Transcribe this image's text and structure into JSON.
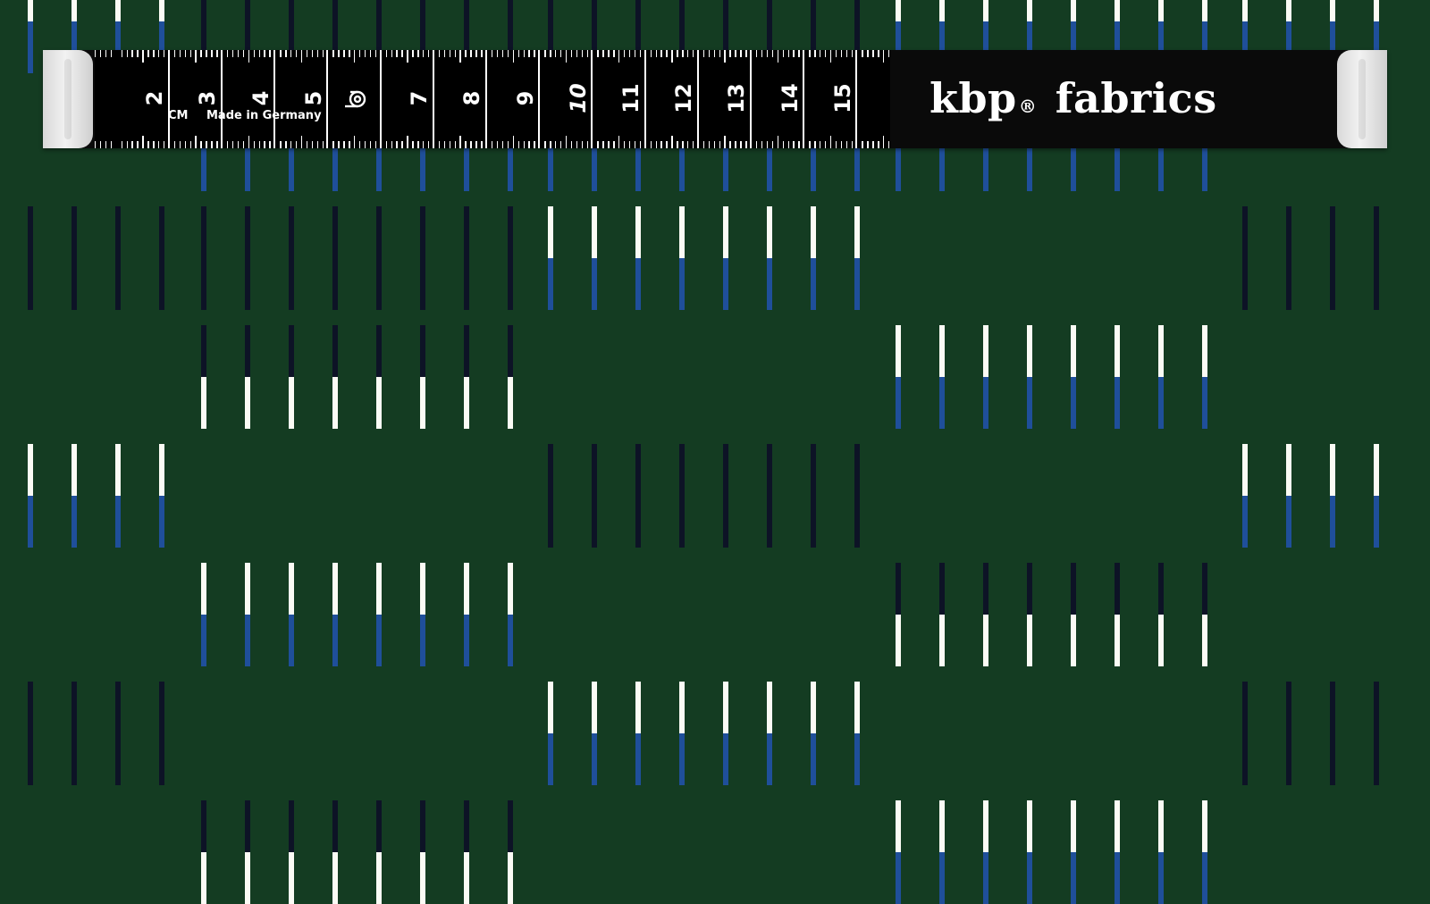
{
  "tape": {
    "numbers": [
      "2",
      "3",
      "4",
      "5",
      "7",
      "8",
      "9",
      "10",
      "11",
      "12",
      "13",
      "14",
      "15"
    ],
    "unit_label": "CM",
    "made_in": "Made in Germany",
    "brand_name": "kbp",
    "brand_suffix": "fabrics",
    "registered_mark": "®"
  },
  "colors": {
    "background": "#143c22",
    "stripe_white": "#fbfbf5",
    "stripe_blue": "#1f4f9a",
    "stripe_navy": "#0d1326",
    "tape_black": "#0a0a0a"
  }
}
